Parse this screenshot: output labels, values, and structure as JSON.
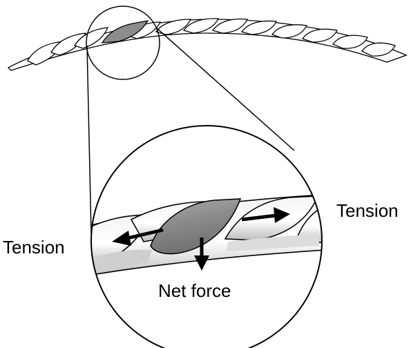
{
  "labels": {
    "tension_right": "Tension",
    "tension_left": "Tension",
    "net_force": "Net force"
  },
  "colors": {
    "highlight_strand": "#8c8c8c",
    "strand_fill": "#ffffff",
    "shade": "#cfcfcf",
    "outline": "#000000"
  }
}
